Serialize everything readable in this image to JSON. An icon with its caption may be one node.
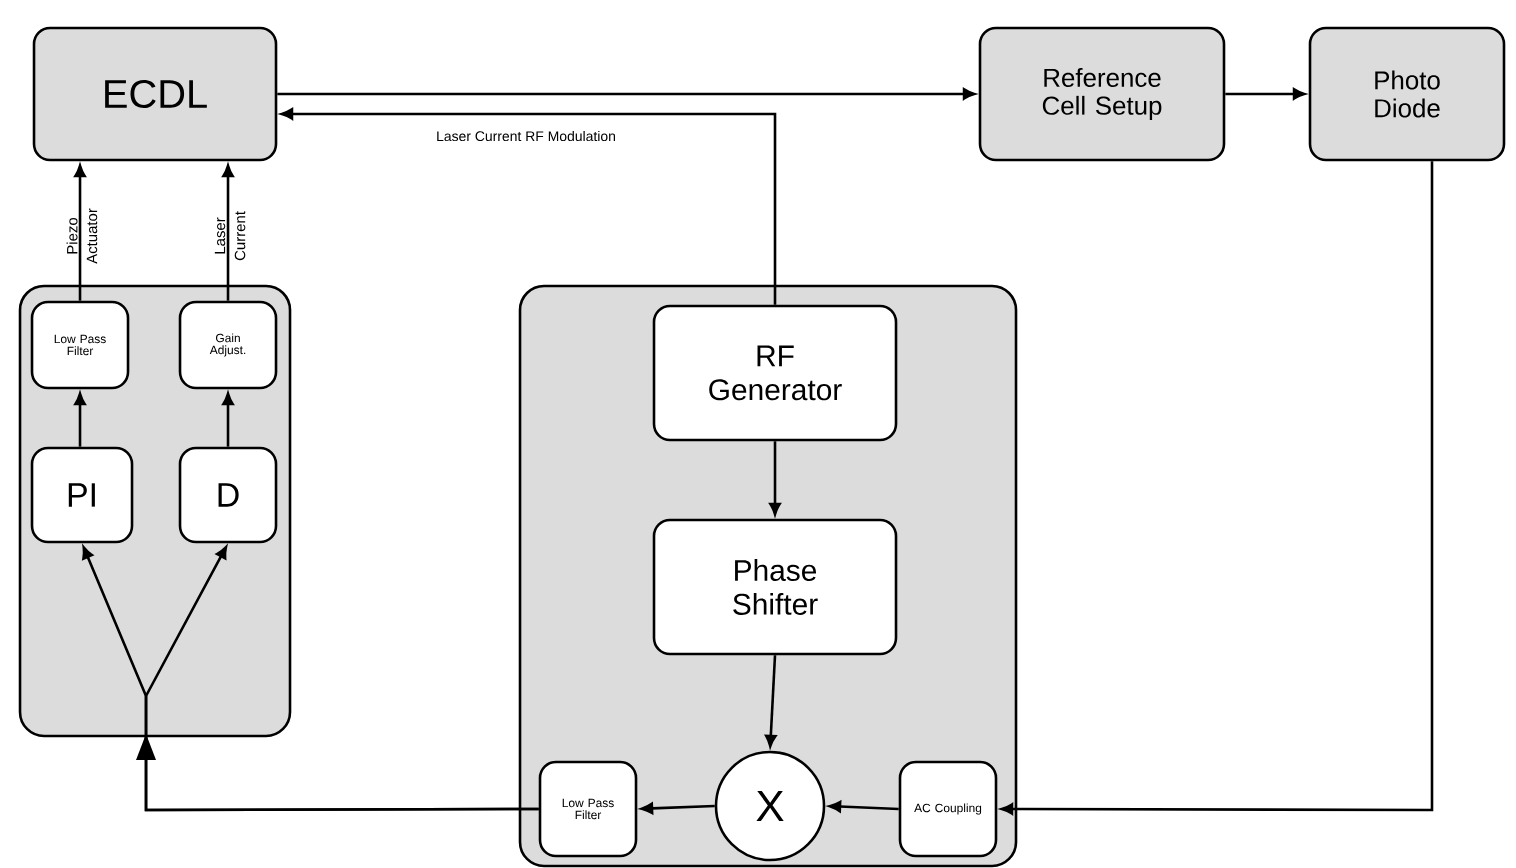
{
  "diagram": {
    "nodes": [
      {
        "text": [
          "ECDL"
        ]
      },
      {
        "text": [
          "Reference Cell Setup"
        ]
      },
      {
        "text": [
          "Photo Diode"
        ]
      },
      {
        "text": [],
        "shape": "box"
      },
      {
        "text": [
          "Low Pass Filter"
        ],
        "in": 3
      },
      {
        "text": [
          "Gain Adjust."
        ],
        "in": 3
      },
      {
        "text": [
          "PI"
        ],
        "in": 3
      },
      {
        "text": [
          "D"
        ],
        "in": 3
      },
      {
        "text": [],
        "shape": "box"
      },
      {
        "text": [
          "RF Generator"
        ],
        "in": 8
      },
      {
        "text": [
          "Phase Shifter"
        ],
        "in": 8
      },
      {
        "text": [
          "X"
        ],
        "in": 8
      },
      {
        "text": [
          "Low Pass Filter"
        ],
        "in": 8
      },
      {
        "text": [
          "AC Coupling"
        ],
        "in": 8
      }
    ],
    "edges": [
      {
        "from": 0,
        "to": 1,
        "arrow": "to"
      },
      {
        "from": 1,
        "to": 2,
        "arrow": "to"
      },
      {
        "from": 2,
        "to": 13,
        "arrow": "to"
      },
      {
        "from": 13,
        "to": 11,
        "arrow": "to"
      },
      {
        "from": 11,
        "to": 12,
        "arrow": "to"
      },
      {
        "from": 12,
        "to": 6,
        "arrow": "to"
      },
      {
        "from": 12,
        "to": 7,
        "arrow": "to"
      },
      {
        "from": 6,
        "to": 4,
        "arrow": "to"
      },
      {
        "from": 7,
        "to": 5,
        "arrow": "to"
      },
      {
        "from": 4,
        "to": 0,
        "arrow": "to"
      },
      {
        "from": 5,
        "to": 0,
        "arrow": "to"
      },
      {
        "from": 9,
        "to": 0,
        "arrow": "to",
        "label": "Laser Current RF Modulation"
      },
      {
        "from": 9,
        "to": 10,
        "arrow": "to"
      },
      {
        "from": 10,
        "to": 11,
        "arrow": "to"
      }
    ],
    "labels": [
      "Piezo",
      "Actuator",
      "Laser",
      "Current"
    ]
  }
}
